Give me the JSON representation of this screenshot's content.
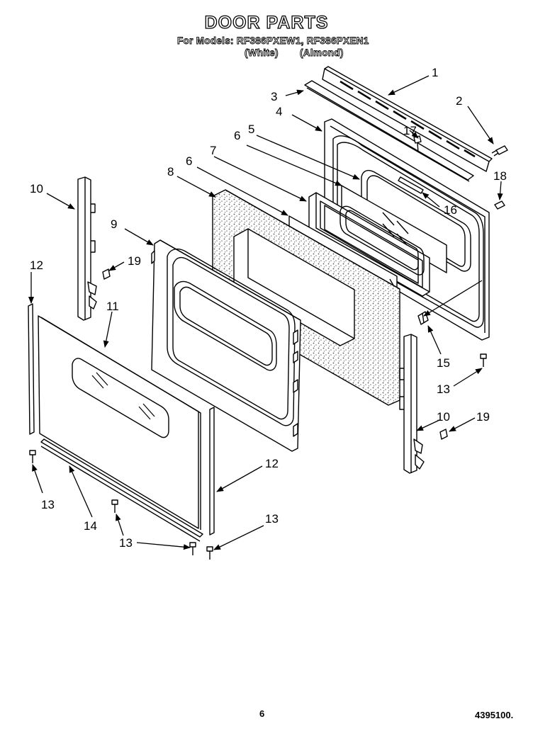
{
  "header": {
    "title": "DOOR PARTS",
    "models": "For Models: RF386PXEW1, RF386PXEN1",
    "color_white": "(White)",
    "color_almond": "(Almond)"
  },
  "callouts": {
    "c1": "1",
    "c2": "2",
    "c3": "3",
    "c4": "4",
    "c5": "5",
    "c6a": "6",
    "c6b": "6",
    "c7": "7",
    "c8": "8",
    "c9": "9",
    "c10a": "10",
    "c10b": "10",
    "c11": "11",
    "c12a": "12",
    "c12b": "12",
    "c13a": "13",
    "c13b": "13",
    "c13c": "13",
    "c13d": "13",
    "c14": "14",
    "c15": "15",
    "c16": "16",
    "c17": "17",
    "c18": "18",
    "c19a": "19",
    "c19b": "19"
  },
  "footer": {
    "page_number": "6",
    "document_number": "4395100."
  }
}
